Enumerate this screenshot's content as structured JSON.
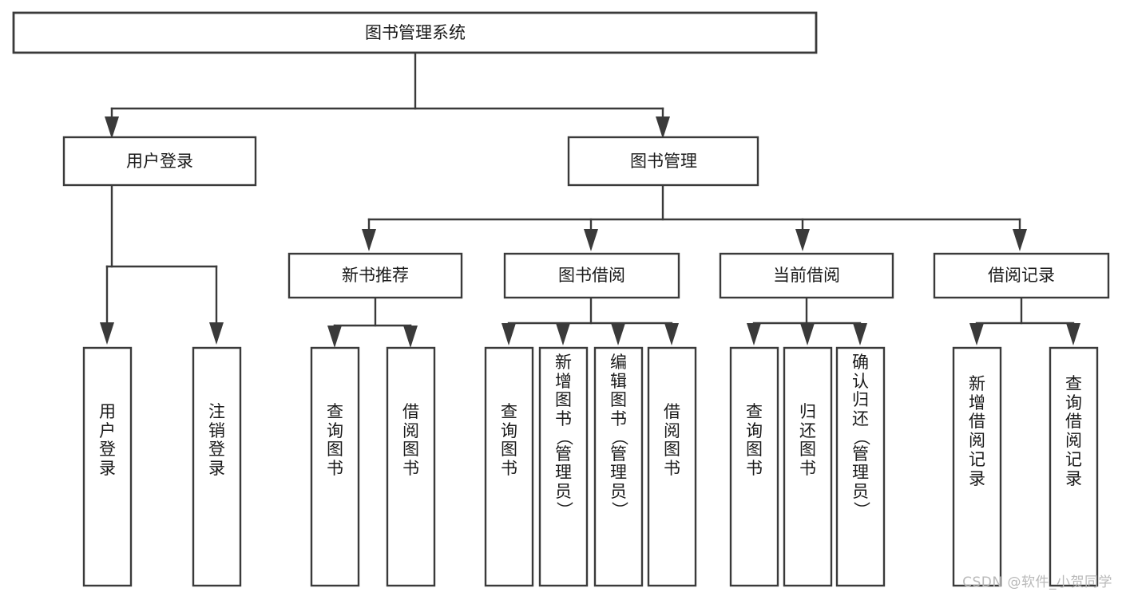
{
  "diagram": {
    "type": "tree",
    "title": "图书管理系统",
    "orientation": "top-down",
    "root": {
      "label": "图书管理系统",
      "text_direction": "horizontal"
    },
    "level1": [
      {
        "label": "用户登录",
        "text_direction": "horizontal"
      },
      {
        "label": "图书管理",
        "text_direction": "horizontal"
      }
    ],
    "level2": [
      {
        "label": "新书推荐",
        "text_direction": "horizontal",
        "parent": "图书管理"
      },
      {
        "label": "图书借阅",
        "text_direction": "horizontal",
        "parent": "图书管理"
      },
      {
        "label": "当前借阅",
        "text_direction": "horizontal",
        "parent": "图书管理"
      },
      {
        "label": "借阅记录",
        "text_direction": "horizontal",
        "parent": "图书管理"
      }
    ],
    "leaves": {
      "用户登录": [
        {
          "label": "用户登录",
          "chars": [
            "用",
            "户",
            "登",
            "录"
          ]
        },
        {
          "label": "注销登录",
          "chars": [
            "注",
            "销",
            "登",
            "录"
          ]
        }
      ],
      "新书推荐": [
        {
          "label": "查询图书",
          "chars": [
            "查",
            "询",
            "图",
            "书"
          ]
        },
        {
          "label": "借阅图书",
          "chars": [
            "借",
            "阅",
            "图",
            "书"
          ]
        }
      ],
      "图书借阅": [
        {
          "label": "查询图书",
          "chars": [
            "查",
            "询",
            "图",
            "书"
          ]
        },
        {
          "label": "新增图书（管理员）",
          "chars": [
            "新",
            "增",
            "图",
            "书",
            "（",
            "管",
            "理",
            "员",
            "）"
          ]
        },
        {
          "label": "编辑图书（管理员）",
          "chars": [
            "编",
            "辑",
            "图",
            "书",
            "（",
            "管",
            "理",
            "员",
            "）"
          ]
        },
        {
          "label": "借阅图书",
          "chars": [
            "借",
            "阅",
            "图",
            "书"
          ]
        }
      ],
      "当前借阅": [
        {
          "label": "查询图书",
          "chars": [
            "查",
            "询",
            "图",
            "书"
          ]
        },
        {
          "label": "归还图书",
          "chars": [
            "归",
            "还",
            "图",
            "书"
          ]
        },
        {
          "label": "确认归还（管理员）",
          "chars": [
            "确",
            "认",
            "归",
            "还",
            "（",
            "管",
            "理",
            "员",
            "）"
          ]
        }
      ],
      "借阅记录": [
        {
          "label": "新增借阅记录",
          "chars": [
            "新",
            "增",
            "借",
            "阅",
            "记",
            "录"
          ]
        },
        {
          "label": "查询借阅记录",
          "chars": [
            "查",
            "询",
            "借",
            "阅",
            "记",
            "录"
          ]
        }
      ]
    },
    "colors": {
      "box_stroke": "#3a3a3a",
      "box_fill": "#ffffff",
      "connector": "#3a3a3a",
      "text": "#1a1a1a",
      "background": "#ffffff",
      "watermark": "#b9b9b9"
    }
  },
  "watermark": {
    "text": "CSDN @软件_小贺同学"
  }
}
